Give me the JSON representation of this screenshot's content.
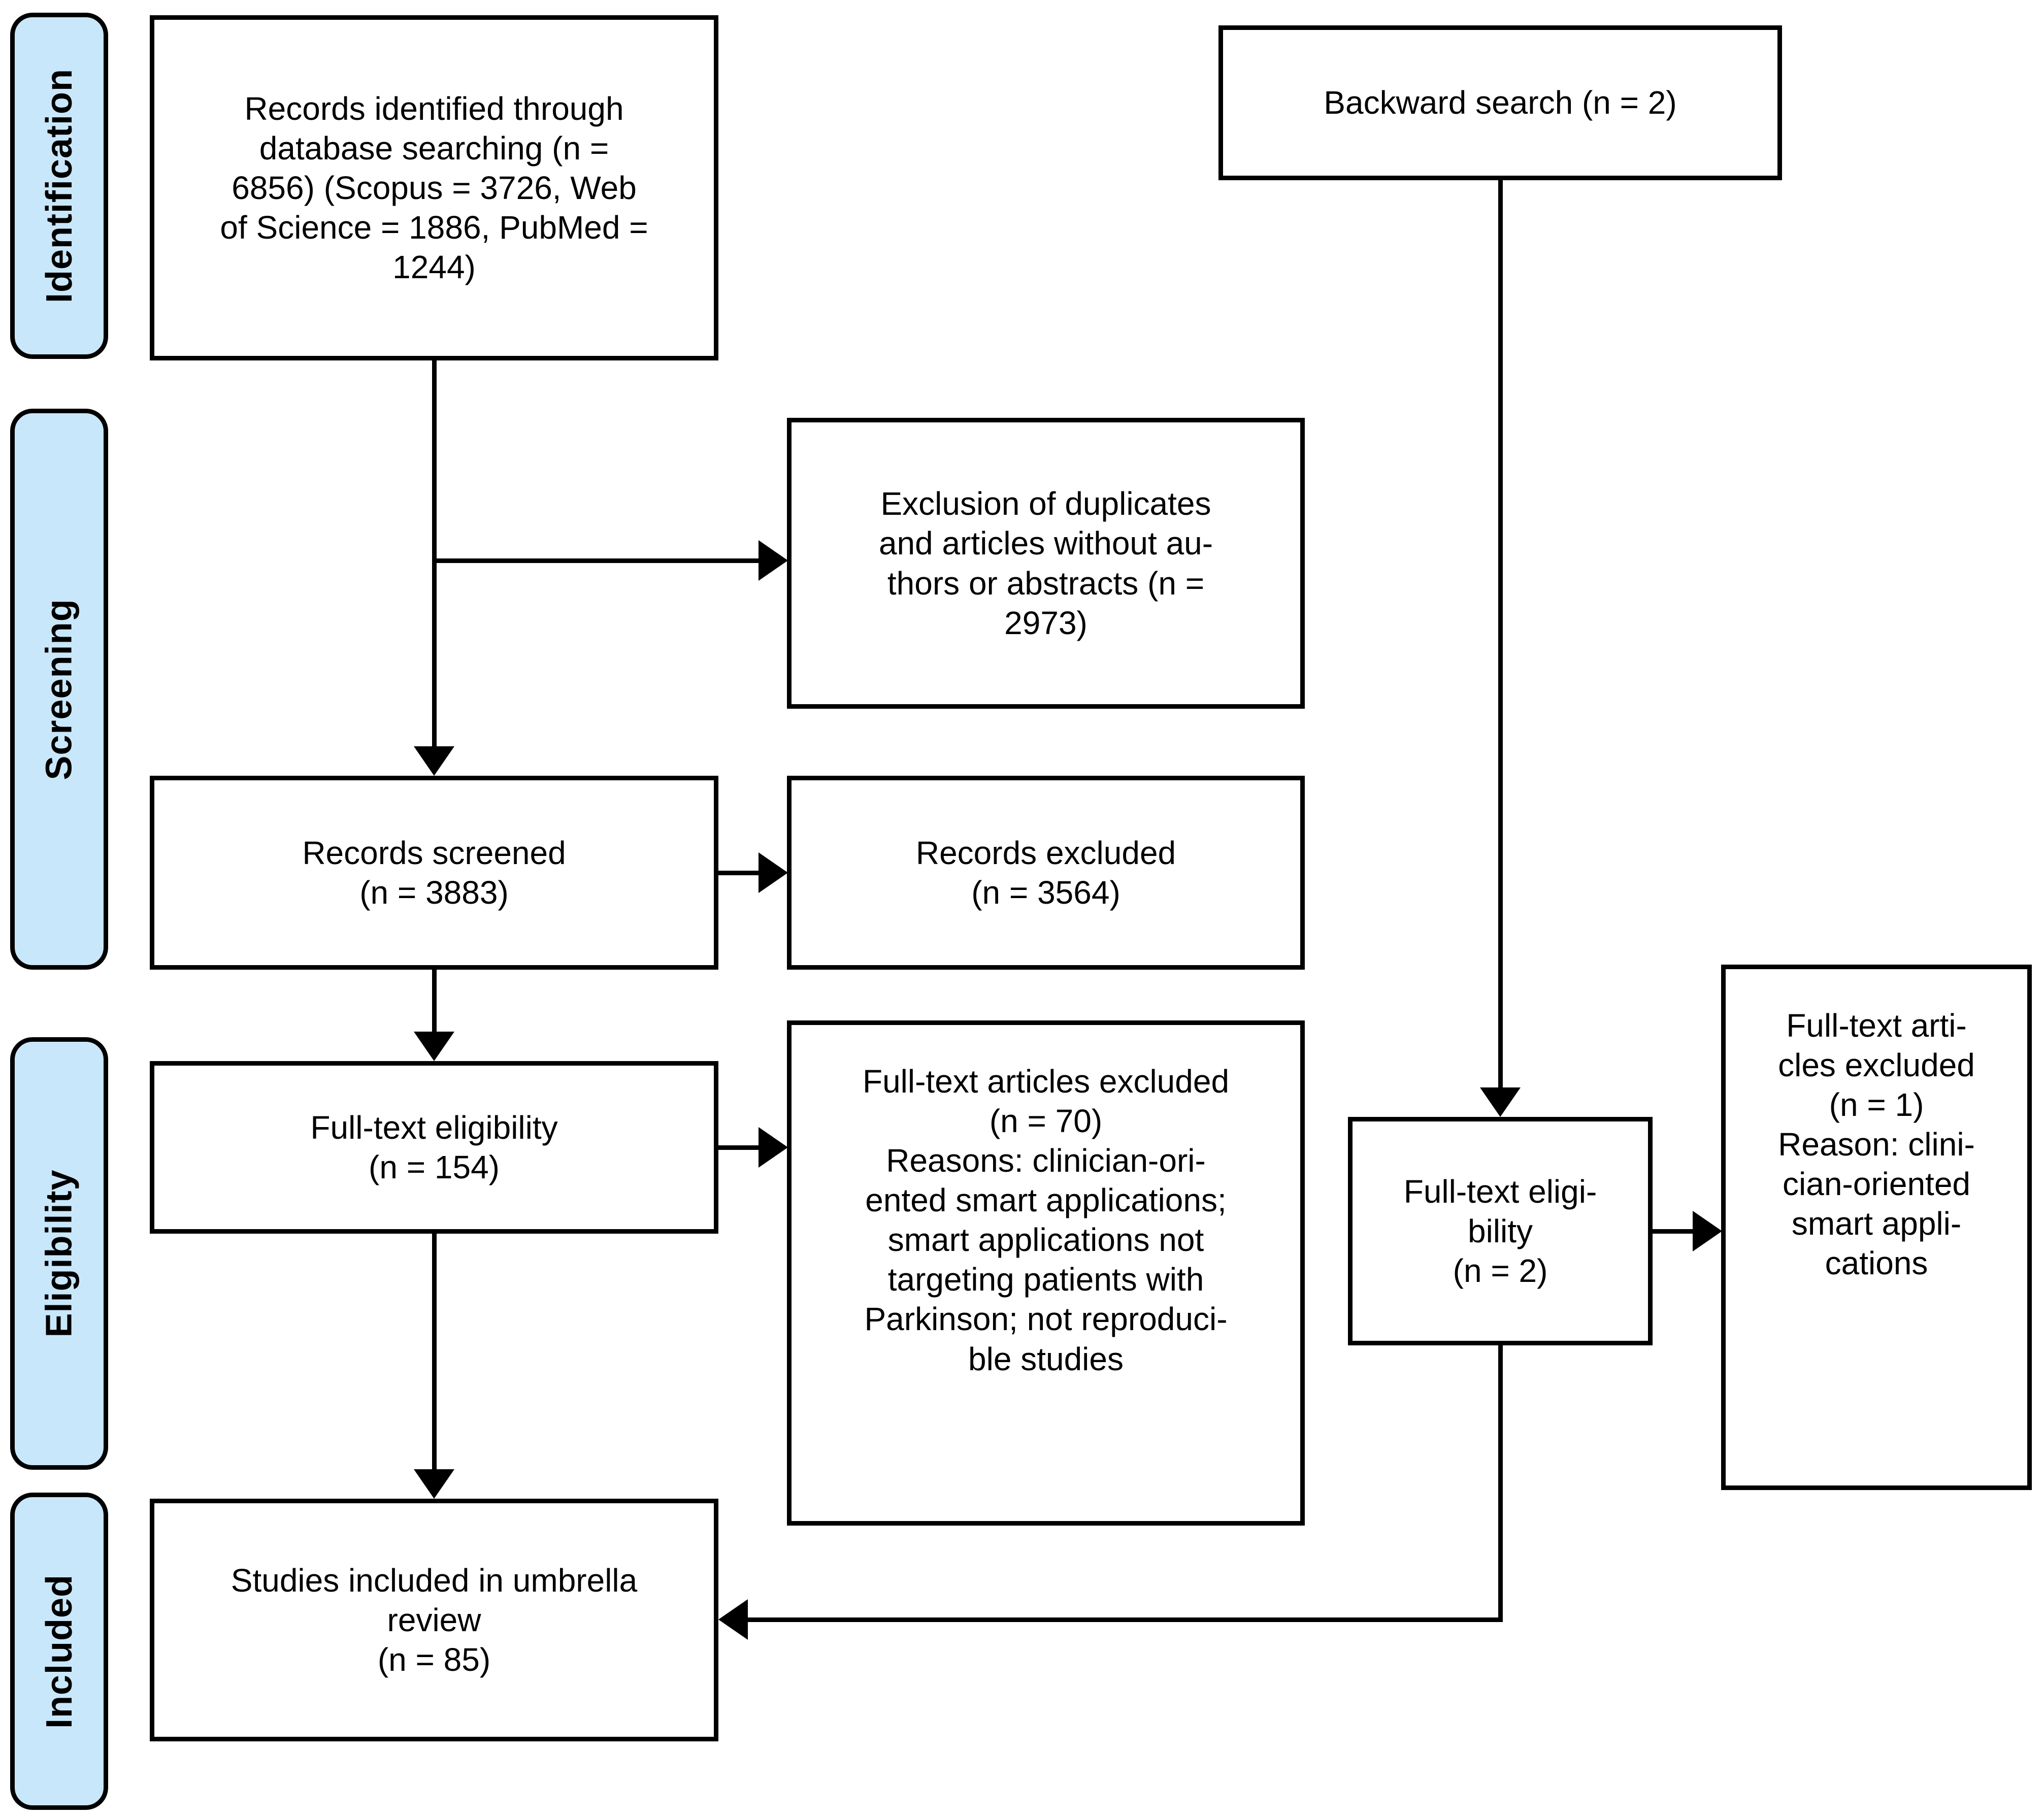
{
  "colors": {
    "phase_fill": "#C9E7FA",
    "line": "#000000",
    "box_fill": "#FFFFFF",
    "text_color": "#000000"
  },
  "phases": [
    {
      "label": "Identification"
    },
    {
      "label": "Screening"
    },
    {
      "label": "Eligibility"
    },
    {
      "label": "Included"
    }
  ],
  "boxes": {
    "records_identified": "Records identified through\ndatabase searching (n =\n6856) (Scopus = 3726, Web\nof Science = 1886, PubMed =\n1244)",
    "backward_search": "Backward search (n = 2)",
    "exclusion_duplicates": "Exclusion of duplicates\nand articles without au-\nthors or abstracts (n =\n2973)",
    "records_screened": "Records screened\n(n = 3883)",
    "records_excluded": "Records excluded\n(n = 3564)",
    "fulltext_eligibility_154": "Full-text eligibility\n(n = 154)",
    "fulltext_excluded_70": "Full-text articles excluded\n(n = 70)\nReasons: clinician-ori-\nented smart applications;\nsmart applications not\ntargeting patients with\nParkinson; not reproduci-\nble studies",
    "fulltext_eligibility_2": "Full-text eligi-\nbility\n(n = 2)",
    "fulltext_excluded_1": "Full-text arti-\ncles excluded\n(n = 1)\nReason: clini-\ncian-oriented\nsmart appli-\ncations",
    "studies_included": "Studies included in umbrella\nreview\n(n = 85)"
  }
}
